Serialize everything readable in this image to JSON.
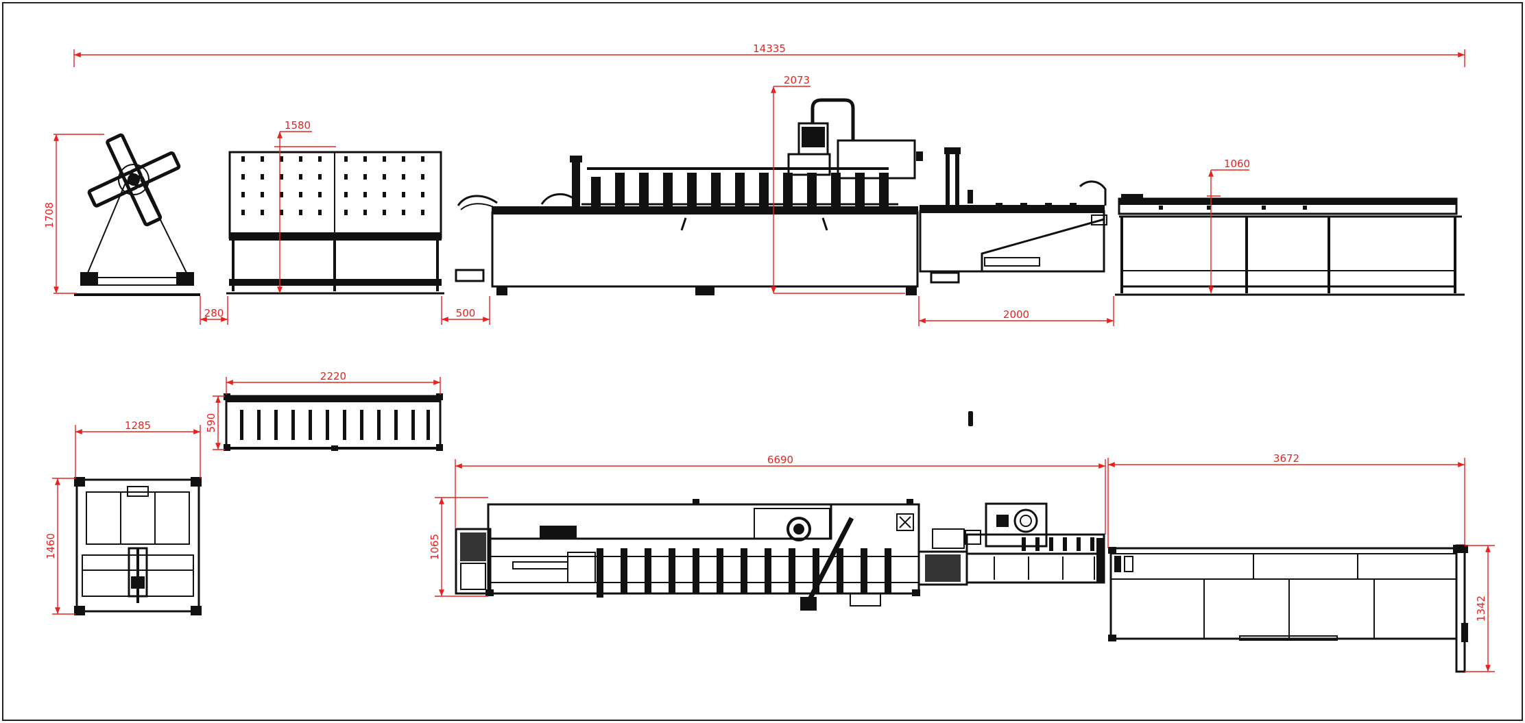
{
  "colors": {
    "dimension": "#e8231f",
    "linework": "#111111",
    "frame": "#222222",
    "background": "#ffffff"
  },
  "dimensions": {
    "overall_length": "14335",
    "forming_height": "2073",
    "rack_height": "1580",
    "runout_height": "1060",
    "decoiler_height": "1708",
    "gap_decoiler_rack": "280",
    "gap_rack_former": "500",
    "gap_former_table": "2000",
    "rack_top_length": "2220",
    "rack_top_width": "590",
    "decoiler_top_width": "1285",
    "decoiler_top_depth": "1460",
    "former_top_length": "6690",
    "former_top_width": "1065",
    "table_top_length": "3672",
    "table_top_width": "1342"
  }
}
